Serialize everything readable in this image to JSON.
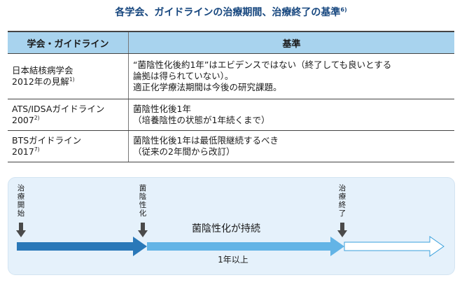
{
  "title": "各学会、ガイドラインの治療期間、治療終了の基準",
  "title_ref": "6)",
  "table": {
    "headers": [
      "学会・ガイドライン",
      "基準"
    ],
    "rows": [
      {
        "org_lines": [
          "日本結核病学会",
          "2012年の見解"
        ],
        "org_ref": "1)",
        "criteria_lines": [
          "“菌陰性化後約1年”はエビデンスではない（終了しても良いとする",
          "論拠は得られていない）。",
          "適正化学療法期間は今後の研究課題。"
        ]
      },
      {
        "org_lines": [
          "ATS/IDSAガイドライン",
          "2007"
        ],
        "org_ref": "2)",
        "criteria_lines": [
          "菌陰性化後1年",
          "（培養陰性の状態が1年続くまで）"
        ]
      },
      {
        "org_lines": [
          "BTSガイドライン",
          "2017"
        ],
        "org_ref": "7)",
        "criteria_lines": [
          "菌陰性化後1年は最低限継続するべき",
          "（従来の2年間から改訂）"
        ]
      }
    ]
  },
  "timeline": {
    "start_label": [
      "治",
      "療",
      "開",
      "始"
    ],
    "conversion_label": [
      "菌",
      "陰",
      "性",
      "化"
    ],
    "end_label": [
      "治",
      "療",
      "終",
      "了"
    ],
    "duration_label": "菌陰性化が持続",
    "min_period_label": "1年以上",
    "colors": {
      "dark": "#2a78b8",
      "light": "#63b4e6",
      "outline": "#3aa0dc",
      "marker": "#4a4a4a"
    }
  }
}
